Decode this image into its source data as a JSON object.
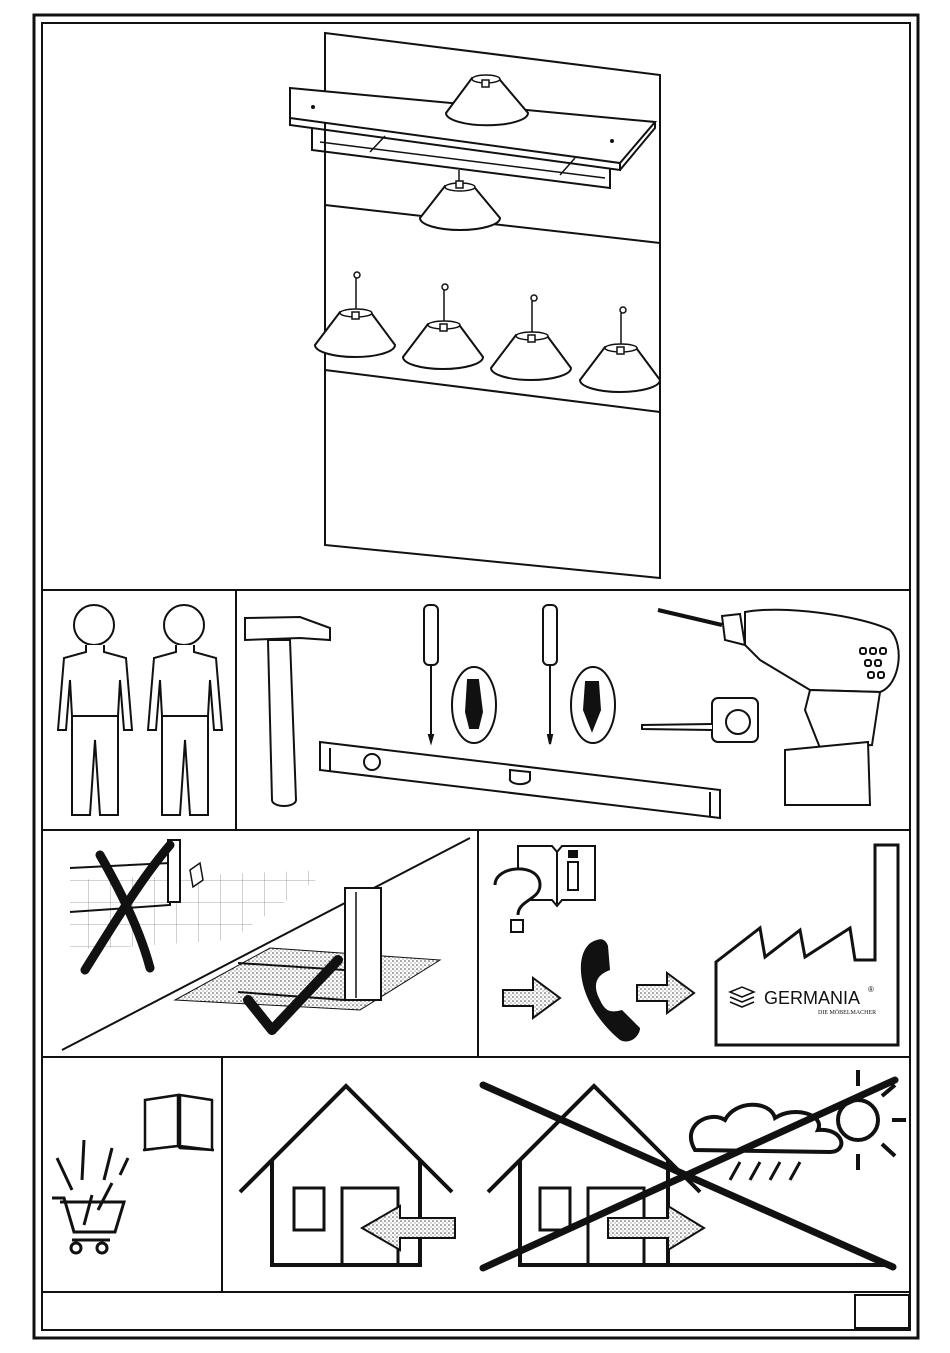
{
  "brand": {
    "name": "GERMANIA",
    "trademark": "®",
    "tagline": "DIE MÖBELMACHER"
  },
  "panels": {
    "product": {
      "icon": "wall-panel-with-shelf-and-lamps"
    },
    "people": {
      "icon": "two-people-icon",
      "count": 2
    },
    "tools": {
      "icons": [
        "hammer-icon",
        "slotted-screwdriver-icon",
        "phillips-screwdriver-icon",
        "spirit-level-icon",
        "tape-measure-icon",
        "cordless-drill-icon"
      ]
    },
    "surface": {
      "icons": [
        "wrong-hard-floor-icon",
        "correct-soft-underlay-icon"
      ]
    },
    "support": {
      "icons": [
        "question-manual-icon",
        "phone-icon",
        "factory-icon"
      ]
    },
    "parts": {
      "icons": [
        "screws-icon",
        "cart-icon",
        "open-book-icon"
      ]
    },
    "usage": {
      "icons": [
        "indoor-use-house-icon",
        "no-outdoor-use-house-icon",
        "sun-cloud-rain-icon"
      ]
    }
  },
  "footer": {
    "page_number": ""
  },
  "colors": {
    "ink": "#111111",
    "paper": "#ffffff",
    "stipple": "#bdbdbd"
  }
}
